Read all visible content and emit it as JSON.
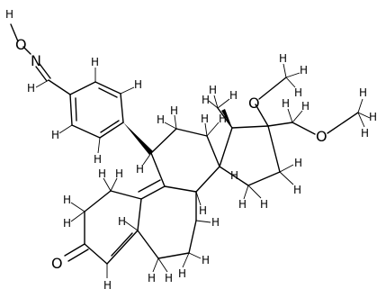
{
  "molecule": {
    "atom_labels": {
      "oxime_h": "H",
      "oxime_o": "O",
      "oxime_n": "N",
      "ketone_o": "O",
      "ether_o_17": "O",
      "ether_o_side": "O"
    },
    "hydrogen_label": "H",
    "colors": {
      "line": "#000000",
      "background": "#ffffff"
    }
  }
}
